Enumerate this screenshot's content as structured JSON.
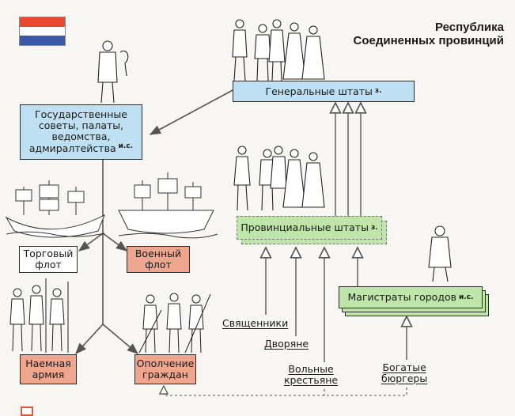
{
  "header": {
    "title_line1": "Республика",
    "title_line2": "Соединенных провинций"
  },
  "flag": {
    "colors": [
      "#e8482f",
      "#ffffff",
      "#3a58a8"
    ]
  },
  "colors": {
    "institution_blue": "#bfe0f2",
    "armed_force_salmon": "#efa68f",
    "estate_green": "#bfe5aa",
    "arrow_line": "#555555",
    "legend_border": "#d85a3e"
  },
  "boxes": {
    "general_states": {
      "text": "Генеральные штаты",
      "sup": "з."
    },
    "state_councils": {
      "lines": [
        "Государственные",
        "советы, палаты,",
        "ведомства,",
        "адмиралтейства"
      ],
      "sup": "и.с."
    },
    "provincial_states": {
      "text": "Провинциальные штаты",
      "sup": "з."
    },
    "city_magistrates": {
      "text": "Магистраты городов",
      "sup": "и.с."
    },
    "trade_fleet": {
      "lines": [
        "Торговый",
        "флот"
      ]
    },
    "war_fleet": {
      "lines": [
        "Военный",
        "флот"
      ]
    },
    "mercenary_army": {
      "lines": [
        "Наемная",
        "армия"
      ]
    },
    "citizen_militia": {
      "lines": [
        "Ополчение",
        "граждан"
      ]
    }
  },
  "estates": {
    "clergy": "Священники",
    "nobles": "Дворяне",
    "free_peasants": [
      "Вольные",
      "крестьяне"
    ],
    "rich_burghers": [
      "Богатые",
      "бюргеры"
    ]
  },
  "illustrations": [
    "general-states-assembly-figures",
    "clerk-with-scroll-figure",
    "provincial-assembly-figures",
    "burgher-figure",
    "merchant-ship",
    "war-ship",
    "mercenary-soldiers",
    "militia-soldiers"
  ]
}
